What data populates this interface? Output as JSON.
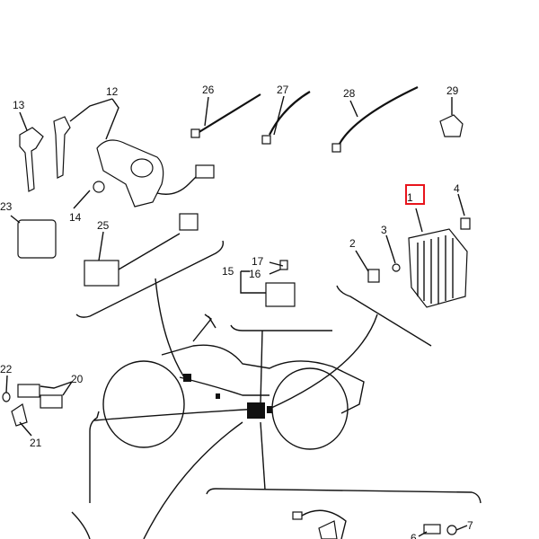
{
  "diagram": {
    "title": "Electrical parts exploded diagram",
    "highlight_color": "#e8141c",
    "highlighted_part": "1",
    "callouts": [
      "1",
      "2",
      "3",
      "4",
      "6",
      "7",
      "12",
      "13",
      "14",
      "15",
      "16",
      "17",
      "20",
      "21",
      "22",
      "23",
      "25",
      "26",
      "27",
      "28",
      "29"
    ]
  }
}
